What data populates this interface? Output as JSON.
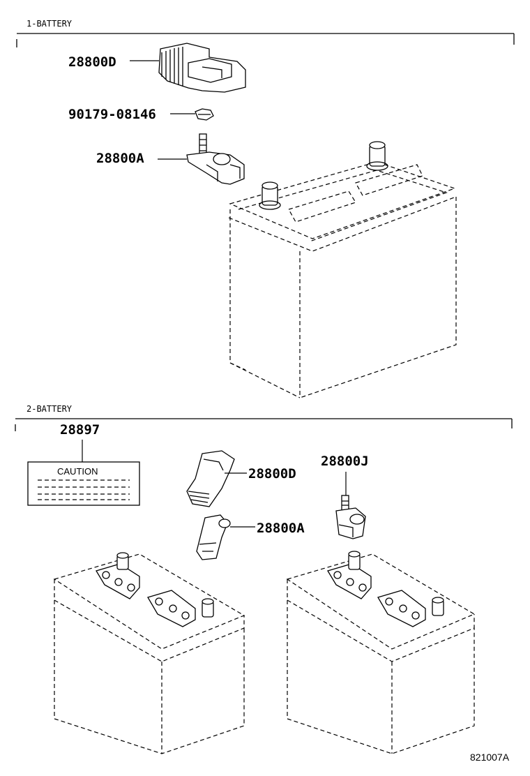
{
  "sections": [
    {
      "title": "1-BATTERY"
    },
    {
      "title": "2-BATTERY"
    }
  ],
  "parts": {
    "s1_cover": "28800D",
    "s1_nut": "90179-08146",
    "s1_terminal": "28800A",
    "s2_label": "28897",
    "s2_cover": "28800D",
    "s2_terminal_a": "28800A",
    "s2_terminal_j": "28800J"
  },
  "caution_label": {
    "text": "CAUTION"
  },
  "diagram_code": "821007A"
}
